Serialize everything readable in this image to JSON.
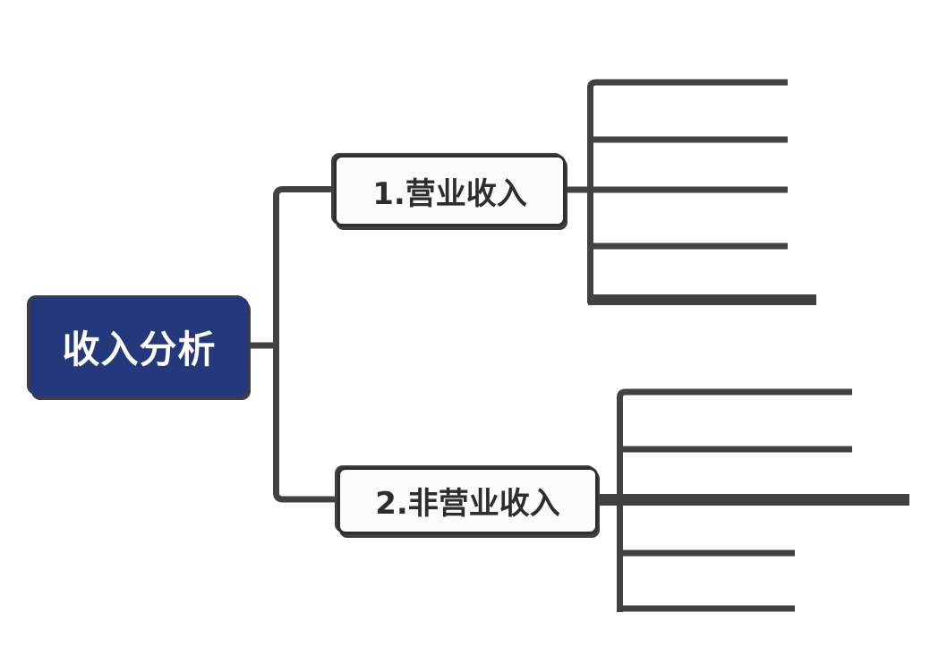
{
  "diagram": {
    "type": "mindmap",
    "root": {
      "label": "收入分析"
    },
    "branches": [
      {
        "label": "1.营业收入",
        "empty_child_lines": 5
      },
      {
        "label": "2.非营业收入",
        "empty_child_lines": 5
      }
    ]
  },
  "colors": {
    "line": "#424242",
    "root_fill": "#24397b",
    "root_text": "#ffffff",
    "node_fill": "#fcfcfc",
    "node_border": "#2e2e2e",
    "node_text": "#2d2d2d",
    "shadow": "#3e3e3e",
    "background": "#ffffff"
  }
}
